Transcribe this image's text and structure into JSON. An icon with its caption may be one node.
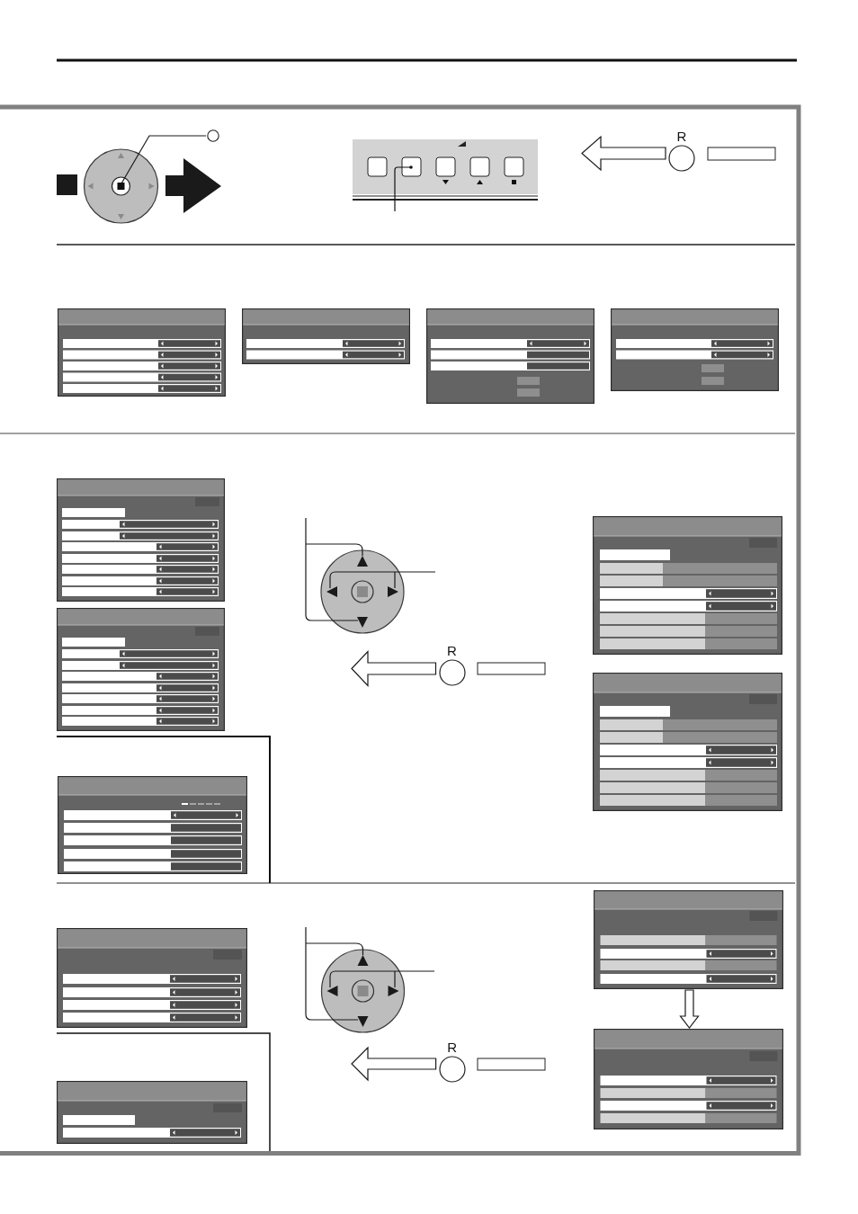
{
  "diagram": {
    "nodes": [
      {
        "text": [],
        "shape": "circle"
      },
      {
        "text": [
          "R"
        ]
      },
      {
        "text": [
          "R"
        ]
      },
      {
        "text": [],
        "shape": "picture"
      },
      {
        "text": [
          "R"
        ]
      },
      {
        "text": [],
        "shape": "picture"
      }
    ],
    "edges": [
      {
        "from": 0,
        "to": null,
        "arrow": "none"
      },
      {
        "from": 1,
        "to": null,
        "arrow": "to"
      },
      {
        "from": 2,
        "to": null,
        "arrow": "to"
      },
      {
        "from": 3,
        "to": 5,
        "arrow": "to"
      },
      {
        "from": 4,
        "to": null,
        "arrow": "to"
      }
    ]
  }
}
